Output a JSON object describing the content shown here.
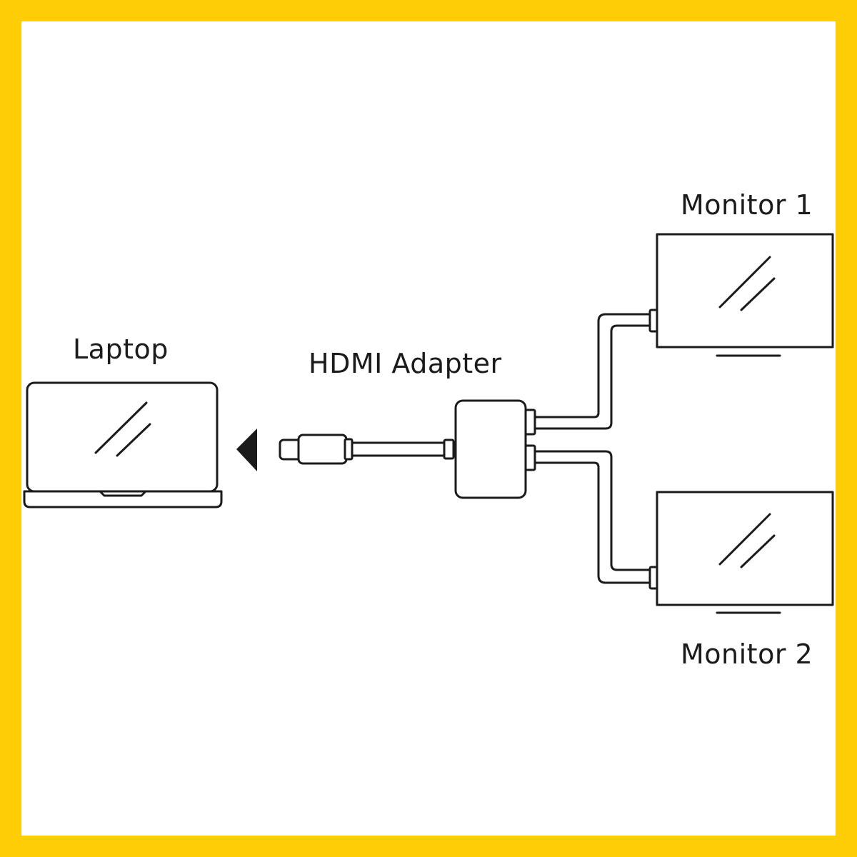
{
  "colors": {
    "frame": "#FFCD05",
    "background": "#FFFFFF",
    "stroke": "#1B1B1B"
  },
  "labels": {
    "laptop": "Laptop",
    "adapter": "HDMI Adapter",
    "monitor_1": "Monitor 1",
    "monitor_2": "Monitor 2"
  },
  "icons": {
    "laptop": "laptop-icon",
    "adapter": "hdmi-adapter-icon",
    "plug": "usb-c-plug-icon",
    "arrow": "triangle-left-arrow-icon",
    "monitor": "monitor-icon"
  }
}
